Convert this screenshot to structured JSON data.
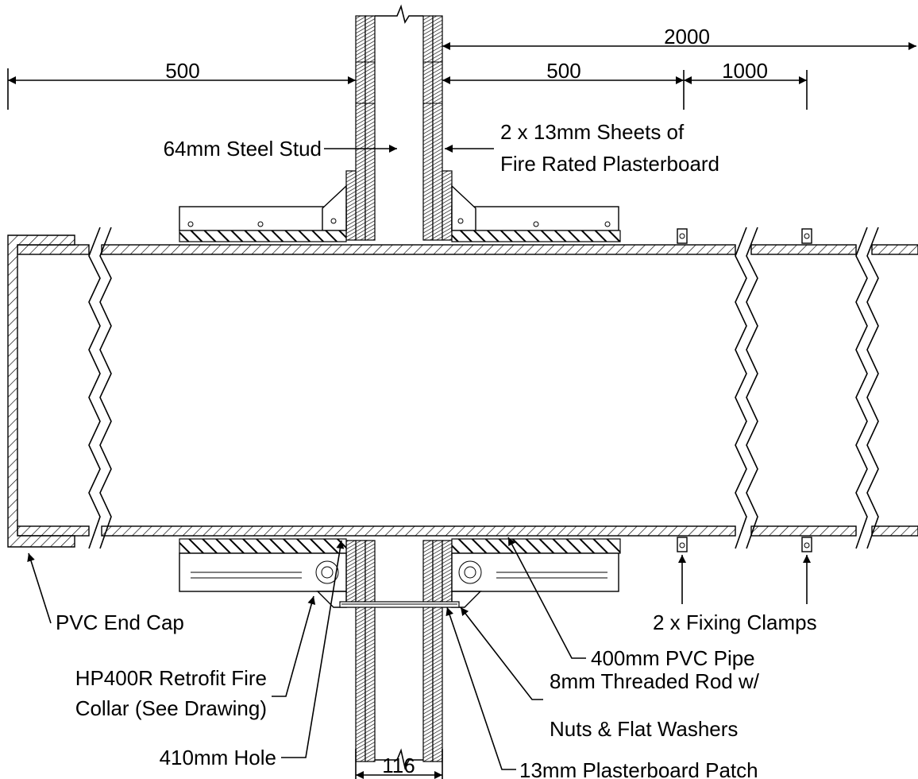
{
  "dimensions": {
    "dim_2000": "2000",
    "dim_500_left": "500",
    "dim_500_right": "500",
    "dim_1000": "1000",
    "dim_116": "116"
  },
  "labels": {
    "steel_stud": "64mm Steel Stud",
    "plasterboard_line1": "2 x 13mm Sheets of",
    "plasterboard_line2": "Fire Rated Plasterboard",
    "pvc_end_cap": "PVC End Cap",
    "fixing_clamps": "2 x Fixing Clamps",
    "pvc_pipe": "400mm PVC Pipe",
    "fire_collar_line1": "HP400R Retrofit Fire",
    "fire_collar_line2": "Collar (See Drawing)",
    "threaded_rod_line1": "8mm Threaded Rod w/",
    "threaded_rod_line2": "Nuts & Flat Washers",
    "hole": "410mm Hole",
    "plasterboard_patch": "13mm Plasterboard Patch"
  }
}
